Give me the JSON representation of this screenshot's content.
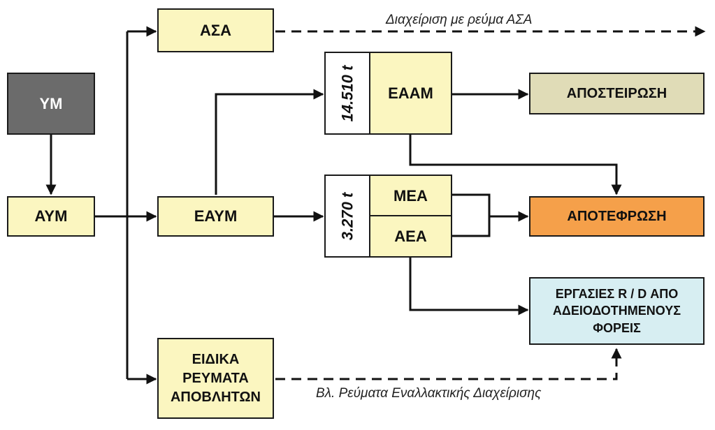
{
  "nodes": {
    "ym": "ΥΜ",
    "aym": "ΑΥΜ",
    "asa": "ΑΣΑ",
    "eaym": "ΕΑΥΜ",
    "eidika": [
      "ΕΙΔΙΚΑ",
      "ΡΕΥΜΑΤΑ",
      "ΑΠΟΒΛΗΤΩΝ"
    ],
    "eaam_qty": "14.510 t",
    "eaam": "ΕΑΑΜ",
    "mea_aea_qty": "3.270 t",
    "mea": "ΜΕΑ",
    "aea": "ΑΕΑ",
    "aposteirosi": "ΑΠΟΣΤΕΙΡΩΣΗ",
    "apotefrosi": "ΑΠΟΤΕΦΡΩΣΗ",
    "ergasies": [
      "ΕΡΓΑΣΙΕΣ R / D ΑΠΟ",
      "ΑΔΕΙΟΔΟΤΗΜΕΝΟΥΣ",
      "ΦΟΡΕΙΣ"
    ]
  },
  "annotations": {
    "asa_flow": "Διαχείριση με ρεύμα ΑΣΑ",
    "special_flow": "Βλ. Ρεύματα Εναλλακτικής Διαχείρισης"
  },
  "colors": {
    "yellow": "#fbf6c0",
    "dark_gray": "#6b6b6b",
    "khaki": "#e0dcb7",
    "orange": "#f5a04a",
    "light_cyan": "#d7eef2"
  }
}
